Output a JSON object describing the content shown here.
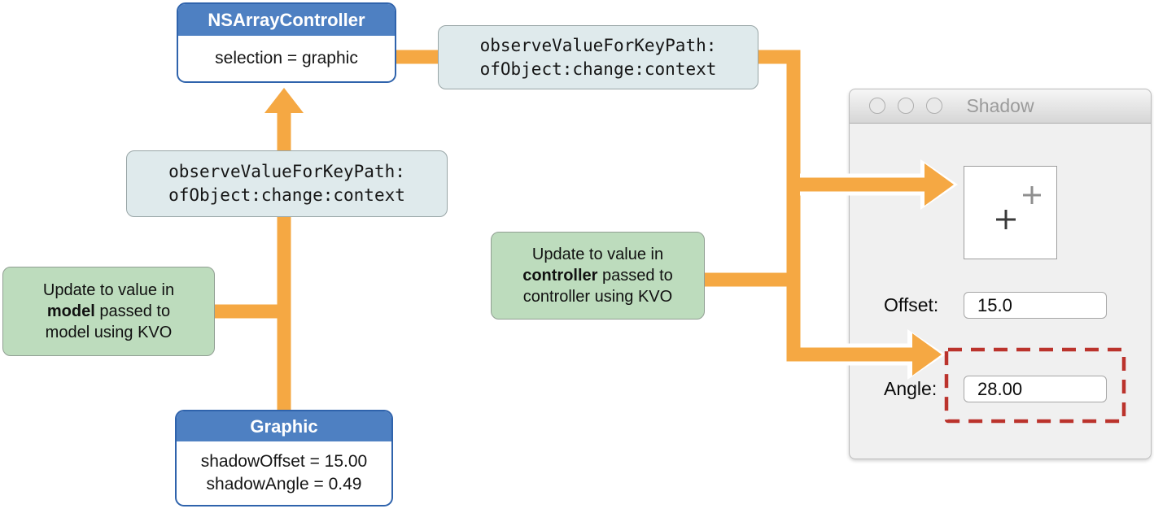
{
  "colors": {
    "orange": "#F5A843",
    "blue-fill": "#4E80C2",
    "blue-border": "#2F63AC",
    "kvo-fill": "#DFEAEC",
    "kvo-border": "#98A5A6",
    "green-fill": "#BDDCBD",
    "green-border": "#919F93",
    "red": "#BB332C",
    "window-title": "#9B9B9B"
  },
  "entities": {
    "controller": {
      "title": "NSArrayController",
      "body": "selection = graphic"
    },
    "model": {
      "title": "Graphic",
      "line1": "shadowOffset = 15.00",
      "line2": "shadowAngle = 0.49"
    }
  },
  "kvo": {
    "top": {
      "line1": "observeValueForKeyPath:",
      "line2": "ofObject:change:context"
    },
    "mid": {
      "line1": "observeValueForKeyPath:",
      "line2": "ofObject:change:context"
    }
  },
  "notes": {
    "model": {
      "line1": "Update to value in",
      "bold": "model",
      "rest": " passed to",
      "line3": "model using KVO"
    },
    "controller": {
      "line1": "Update to value in",
      "bold": "controller",
      "rest": " passed to",
      "line3": "controller using KVO"
    }
  },
  "window": {
    "title": "Shadow",
    "controls": [
      "close",
      "minimize",
      "zoom"
    ],
    "offset_label": "Offset:",
    "offset_value": "15.0",
    "angle_label": "Angle:",
    "angle_value": "28.00",
    "preview_icons": [
      "shadow-origin-crosshair",
      "shadow-offset-crosshair"
    ]
  }
}
